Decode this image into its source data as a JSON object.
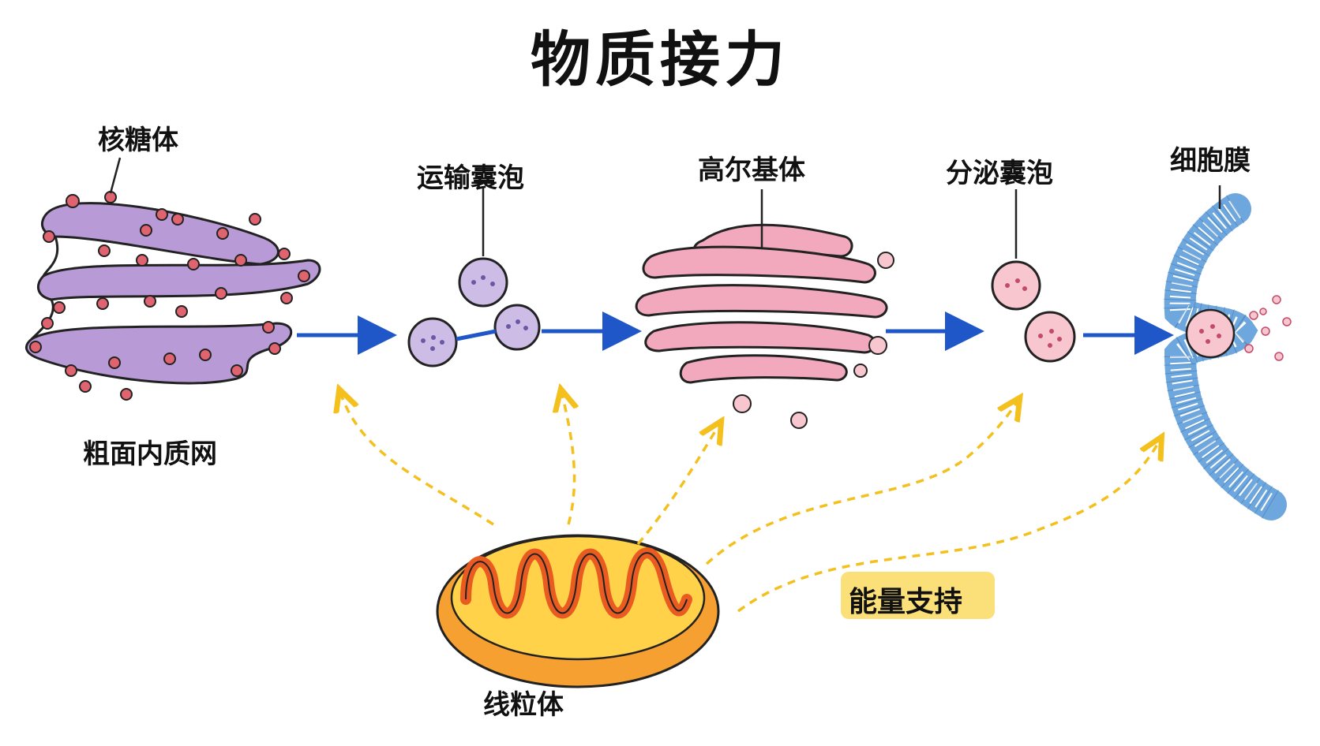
{
  "title": "物质接力",
  "labels": {
    "ribosome": "核糖体",
    "rough_er": "粗面内质网",
    "transport_vesicle": "运输囊泡",
    "golgi": "高尔基体",
    "secretory_vesicle": "分泌囊泡",
    "cell_membrane": "细胞膜",
    "mitochondrion": "线粒体",
    "energy_support": "能量支持"
  },
  "colors": {
    "er": "#b79ad6",
    "ribosome": "#e06470",
    "transport_vesicle": "#cdbde6",
    "golgi": "#f2a9bd",
    "secretory_vesicle": "#f7c6cf",
    "mitochondrion_outer": "#f5a030",
    "mitochondrion_inner": "#ffd24a",
    "cristae": "#ea5b22",
    "membrane": "#6ea7dd",
    "flow_arrow": "#1f57c9",
    "energy_arrow": "#f3c01e",
    "badge": "#fbe07a"
  }
}
